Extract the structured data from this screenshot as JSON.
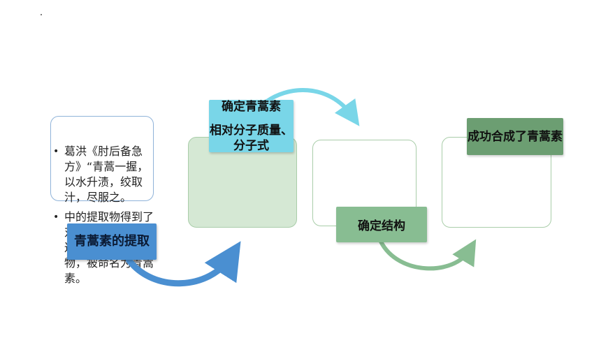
{
  "bullets": [
    "葛洪《肘后备急方》“青蒿一握，以水升渍，绞取汁，尽服之。",
    "中的提取物得到了对疟原虫抑制率可达百分之百的提取物，被命名为青蒿素。"
  ],
  "labels": {
    "extract": "青蒿素的提取",
    "mass_line1": "确定青蒿素",
    "mass_line2": "相对分子质量、分子式",
    "structure": "确定结构",
    "synthesis": "成功合成了青蒿素"
  },
  "colors": {
    "arrow_blue": "#4a8fd1",
    "arrow_cyan": "#79d6e8",
    "arrow_green": "#88bd92",
    "label_blue": "#4a8fd1",
    "label_cyan": "#79d6e8",
    "label_green": "#88bd92",
    "label_dark_green": "#6c9e72",
    "box_fill_green": "#d5e8d4"
  }
}
